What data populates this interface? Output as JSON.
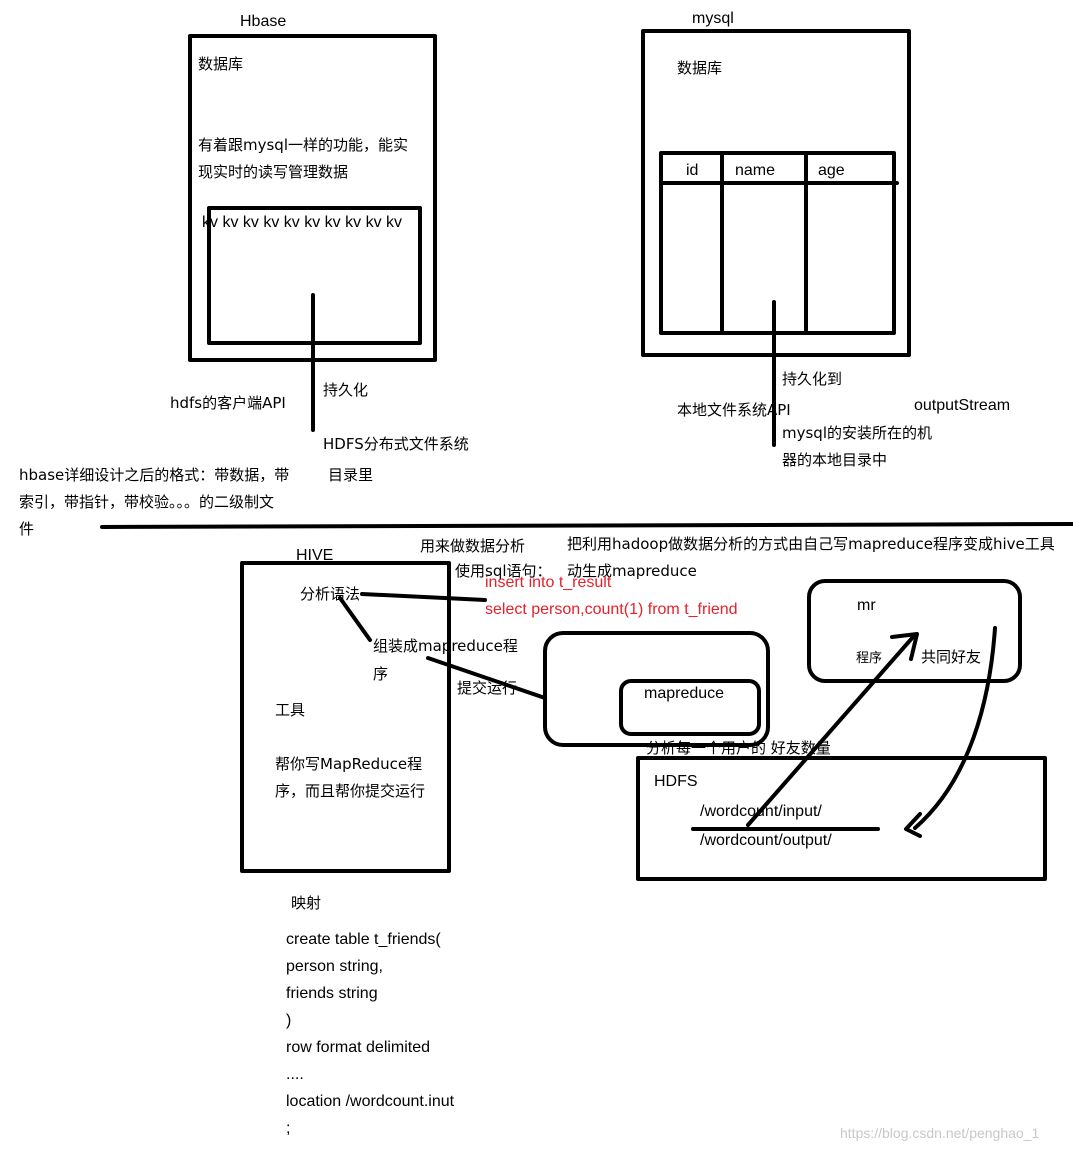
{
  "colors": {
    "ink": "#000000",
    "highlight": "#e8202a",
    "watermark": "#c8c8c8"
  },
  "hbase": {
    "title": "Hbase",
    "db_label": "数据库",
    "desc_line1": "有着跟mysql一样的功能，能实",
    "desc_line2": "现实时的读写管理数据",
    "kv_row": "kv kv kv kv kv kv kv kv kv kv",
    "hdfs_client_api": "hdfs的客户端API",
    "persist": "持久化",
    "hdfs_dfs": "HDFS分布式文件系统",
    "dir": "目录里",
    "format_line1": "hbase详细设计之后的格式：带数据，带",
    "format_line2": "索引，带指针，带校验。。。的二级制文",
    "format_line3": "件"
  },
  "mysql": {
    "title": "mysql",
    "db_label": "数据库",
    "columns": [
      "id",
      "name",
      "age"
    ],
    "persist_to": "持久化到",
    "local_fs_api": "本地文件系统API",
    "output_stream": "outputStream",
    "install_line1": "mysql的安装所在的机",
    "install_line2": "器的本地目录中"
  },
  "hive": {
    "title": "HIVE",
    "used_for": "用来做数据分析",
    "use_sql": "使用sql语句：",
    "auto_mr": "动生成mapreduce",
    "banner": "把利用hadoop做数据分析的方式由自己写mapreduce程序变成hive工具",
    "parse_syntax": "分析语法",
    "sql_line1": "insert into t_result",
    "sql_line2": "select person,count(1) from t_friend",
    "assemble_line1": "组装成mapreduce程",
    "assemble_line2": "序",
    "submit_run": "提交运行",
    "tool": "工具",
    "help_line1": "帮你写MapReduce程",
    "help_line2": "序，而且帮你提交运行",
    "mapreduce": "mapreduce",
    "analyze_friends": "分析每一个用户的 好友数量",
    "mr": "mr",
    "program": "程序",
    "common_friends": "共同好友",
    "hdfs": "HDFS",
    "input_path": "/wordcount/input/",
    "output_path": "/wordcount/output/",
    "mapping": "映射",
    "ddl": [
      "create table t_friends(",
      "person string,",
      "friends string",
      ")",
      "row format delimited",
      "....",
      "location /wordcount.inut",
      ";"
    ]
  },
  "watermark": "https://blog.csdn.net/penghao_1"
}
